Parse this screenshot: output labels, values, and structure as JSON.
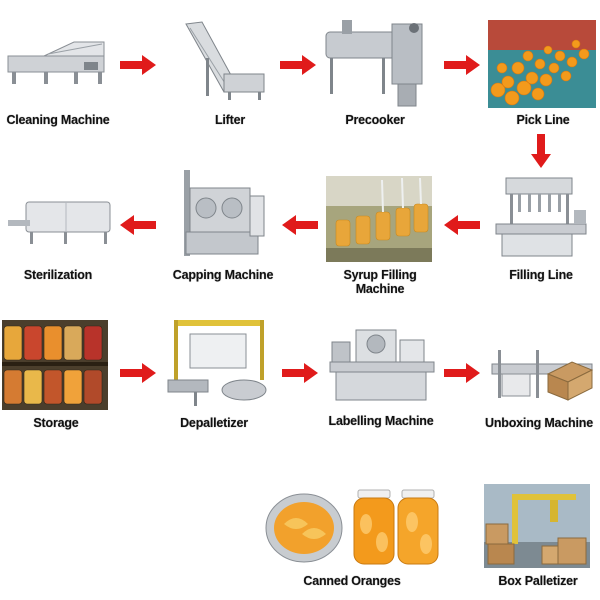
{
  "steps": {
    "cleaning_machine": "Cleaning Machine",
    "lifter": "Lifter",
    "precooker": "Precooker",
    "pick_line": "Pick Line",
    "sterilization": "Sterilization",
    "capping_machine": "Capping Machine",
    "syrup_filling_line1": "Syrup Filling",
    "syrup_filling_line2": "Machine",
    "filling_line": "Filling Line",
    "storage": "Storage",
    "depalletizer": "Depalletizer",
    "labelling_machine": "Labelling Machine",
    "unboxing_machine": "Unboxing Machine",
    "canned_oranges": "Canned Oranges",
    "box_palletizer": "Box Palletizer"
  },
  "colors": {
    "arrow": "#e01b1b",
    "steel": "#c9ccd1",
    "orange": "#f39a1c",
    "box": "#c99a62"
  }
}
